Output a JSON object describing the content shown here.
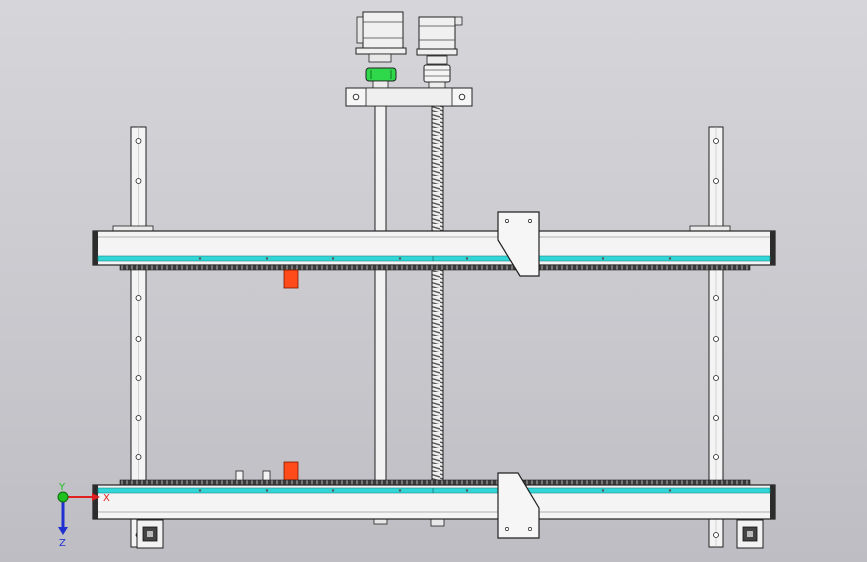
{
  "triad": {
    "x_label": "X",
    "y_label": "Y",
    "z_label": "Z",
    "colors": {
      "x": "#e02020",
      "y": "#20c020",
      "z": "#2030d0"
    }
  },
  "colors": {
    "belt_accent": "#32d6d6",
    "sensor_red": "#ff4a1a",
    "coupling_green": "#2fd84a",
    "frame_white": "#f4f4f4",
    "outline": "#222222",
    "background_top": "#d6d6da",
    "background_bottom": "#bdbdc3"
  },
  "components": {
    "left_post": "vertical-guide-rail-left",
    "right_post": "vertical-guide-rail-right",
    "upper_conveyor": "upper-conveyor-beam",
    "lower_conveyor": "lower-conveyor-beam",
    "lead_screw": "ball-screw",
    "guide_rod": "smooth-guide-rod",
    "motor_left": "stepper-motor-left",
    "motor_right": "stepper-motor-right"
  }
}
